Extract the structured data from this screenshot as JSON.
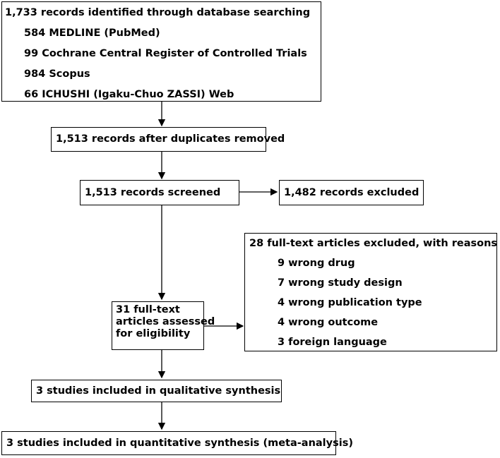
{
  "identification": {
    "title": "1,733 records identified through database searching",
    "sources": [
      "584 MEDLINE (PubMed)",
      "99 Cochrane Central Register of Controlled Trials",
      "984 Scopus",
      "66 ICHUSHI (Igaku-Chuo ZASSI) Web"
    ]
  },
  "duplicates_removed": "1,513 records after duplicates removed",
  "screened": "1,513 records screened",
  "excluded": "1,482 records excluded",
  "full_text_assessed": [
    "31 full-text",
    "articles assessed",
    "for eligibility"
  ],
  "full_text_excluded": {
    "title": "28 full-text articles excluded, with reasons",
    "reasons": [
      "9 wrong drug",
      "7 wrong study design",
      "4 wrong publication type",
      "4 wrong outcome",
      "3 foreign language"
    ]
  },
  "qualitative": "3 studies included in qualitative synthesis",
  "quantitative": "3 studies included in quantitative synthesis (meta-analysis)"
}
